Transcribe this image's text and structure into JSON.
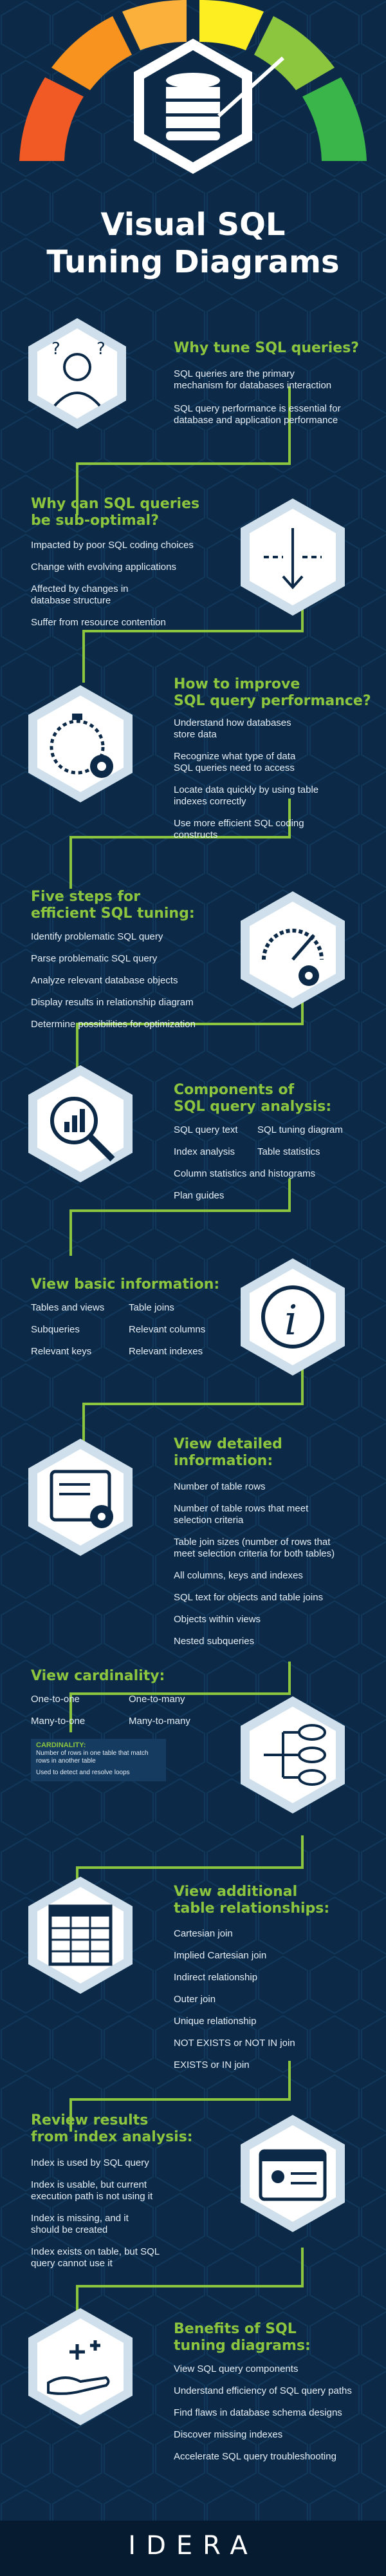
{
  "title": {
    "line1": "Visual SQL",
    "line2": "Tuning Diagrams"
  },
  "colors": {
    "accent": "#8cc63f",
    "background": "#0c2a47"
  },
  "sections": [
    {
      "heading": [
        "Why tune SQL queries?"
      ],
      "items": [
        "SQL queries are the primary",
        "mechanism for databases interaction",
        "SQL query performance is essential for",
        "database and application performance"
      ],
      "icon": "questioning-person-icon"
    },
    {
      "heading": [
        "Why can SQL queries",
        "be sub-optimal?"
      ],
      "items": [
        "Impacted by poor SQL coding choices",
        "Change with evolving applications",
        "Affected by changes in",
        "database structure",
        "Suffer from resource contention"
      ],
      "icon": "path-arrow-icon"
    },
    {
      "heading": [
        "How to improve",
        "SQL query performance?"
      ],
      "items": [
        "Understand how databases",
        "store data",
        "Recognize what type of data",
        "SQL queries need to access",
        "Locate data quickly by using table",
        "indexes correctly",
        "Use more efficient SQL coding",
        "constructs"
      ],
      "icon": "stopwatch-gear-icon"
    },
    {
      "heading": [
        "Five steps for",
        "efficient SQL tuning:"
      ],
      "items": [
        "Identify problematic SQL query",
        "Parse problematic SQL query",
        "Analyze relevant database objects",
        "Display results in relationship diagram",
        "Determine possibilities for optimization"
      ],
      "icon": "gauge-gear-icon"
    },
    {
      "heading": [
        "Components of",
        "SQL query analysis:"
      ],
      "items": [
        "SQL query text",
        "SQL tuning diagram",
        "Index analysis",
        "Table statistics",
        "Column statistics and histograms",
        "Plan guides"
      ],
      "icon": "chart-magnifier-icon"
    },
    {
      "heading": [
        "View basic information:"
      ],
      "items": [
        "Tables and views",
        "Table joins",
        "Subqueries",
        "Relevant columns",
        "Relevant keys",
        "Relevant indexes"
      ],
      "icon": "info-icon"
    },
    {
      "heading": [
        "View detailed",
        "information:"
      ],
      "items": [
        "Number of table rows",
        "Number of table rows that meet",
        "selection criteria",
        "Table join sizes (number of rows that",
        "meet selection criteria for both tables)",
        "All columns, keys and indexes",
        "SQL text for objects and table joins",
        "Objects within views",
        "Nested subqueries"
      ],
      "icon": "document-eye-icon"
    },
    {
      "heading": [
        "View cardinality:"
      ],
      "items": [
        "One-to-one",
        "One-to-many",
        "Many-to-one",
        "Many-to-many"
      ],
      "note": {
        "label": "CARDINALITY:",
        "lines": [
          "Number of rows in one table that match",
          "rows in another table",
          "Used to detect and resolve loops"
        ]
      },
      "icon": "relationship-nodes-icon"
    },
    {
      "heading": [
        "View additional",
        "table relationships:"
      ],
      "items": [
        "Cartesian join",
        "Implied Cartesian join",
        "Indirect relationship",
        "Outer join",
        "Unique relationship",
        "NOT EXISTS or NOT IN join",
        "EXISTS or IN join"
      ],
      "icon": "table-grid-icon"
    },
    {
      "heading": [
        "Review results",
        "from index analysis:"
      ],
      "items": [
        "Index is used by SQL query",
        "Index is usable, but current",
        "execution path is not using it",
        "Index is missing, and it",
        "should be created",
        "Index exists on table, but SQL",
        "query cannot use it"
      ],
      "icon": "id-card-icon"
    },
    {
      "heading": [
        "Benefits of SQL",
        "tuning diagrams:"
      ],
      "items": [
        "View SQL query components",
        "Understand efficiency of SQL query paths",
        "Find flaws in database schema designs",
        "Discover missing indexes",
        "Accelerate SQL query troubleshooting"
      ],
      "icon": "hand-plus-icon"
    }
  ],
  "footer": {
    "logo": "IDERA"
  }
}
